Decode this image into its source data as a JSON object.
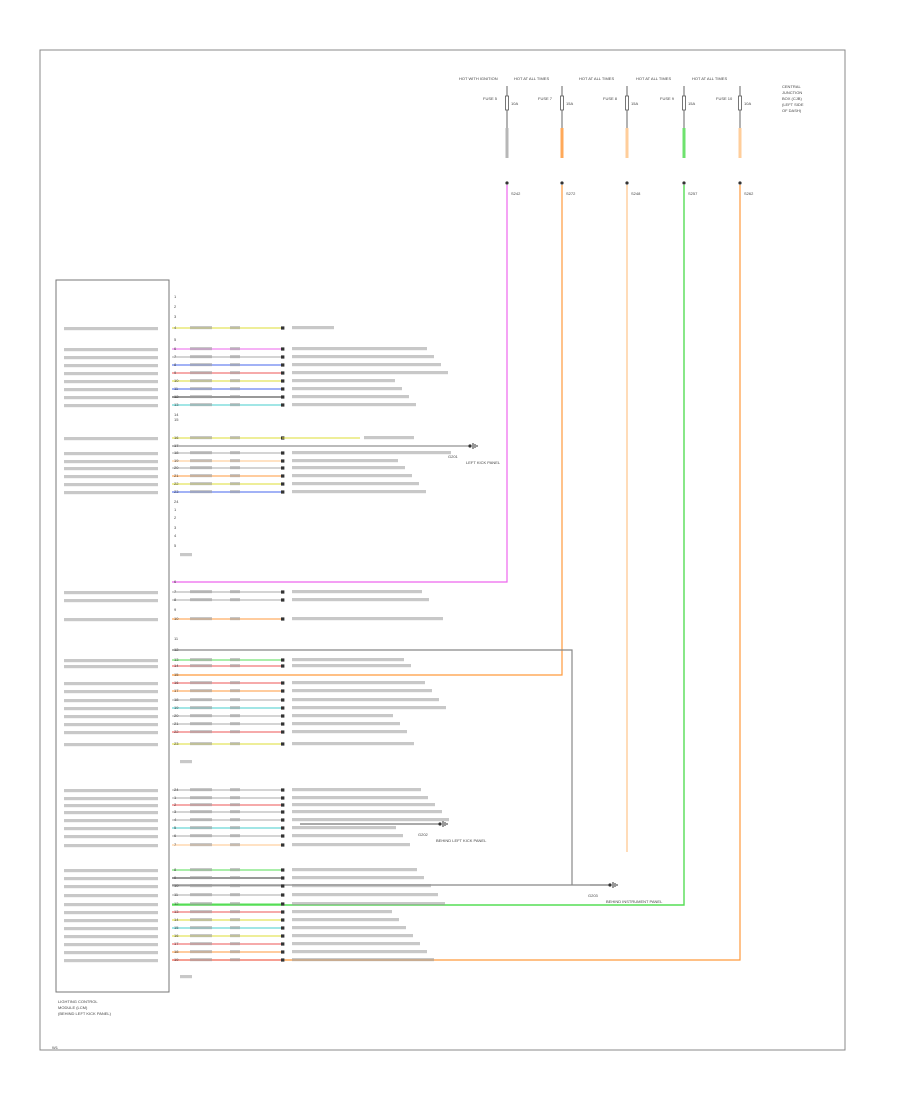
{
  "diagram": {
    "footer_code": "W1",
    "module_caption": [
      "LIGHTING CONTROL",
      "MODULE (LCM)",
      "(BEHIND LEFT KICK PANEL)"
    ]
  },
  "colors": {
    "frame": "#888888",
    "pink": "#ee66ee",
    "orange": "#ff9a3c",
    "lightorange": "#ffc58a",
    "green": "#55dd55",
    "yellow": "#dddd33",
    "blue": "#4466ee",
    "cyan": "#44cccc",
    "red": "#ee5555",
    "gray": "#aaaaaa",
    "black": "#333333"
  },
  "top_sources": [
    {
      "label": "HOT WITH IGNITION",
      "fuse": "FUSE 5",
      "amp": "10A",
      "splice": "S242"
    },
    {
      "label": "HOT AT ALL TIMES",
      "fuse": "FUSE 7",
      "amp": "15A",
      "splice": "S272"
    },
    {
      "label": "HOT AT ALL TIMES",
      "fuse": "FUSE 8",
      "amp": "15A",
      "splice": "S248"
    },
    {
      "label": "HOT AT ALL TIMES",
      "fuse": "FUSE 9",
      "amp": "15A",
      "splice": "S257"
    },
    {
      "label": "HOT AT ALL TIMES",
      "fuse": "FUSE 10",
      "amp": "10A",
      "splice": "S262"
    }
  ],
  "fuse_box_label": [
    "CENTRAL",
    "JUNCTION",
    "BOX (CJB)",
    "(LEFT SIDE",
    "OF DASH)"
  ],
  "ground_labels": [
    "G201",
    "G202",
    "G203"
  ],
  "ground_captions": [
    "LEFT KICK PANEL",
    "BEHIND LEFT KICK PANEL",
    "BEHIND INSTRUMENT PANEL"
  ]
}
